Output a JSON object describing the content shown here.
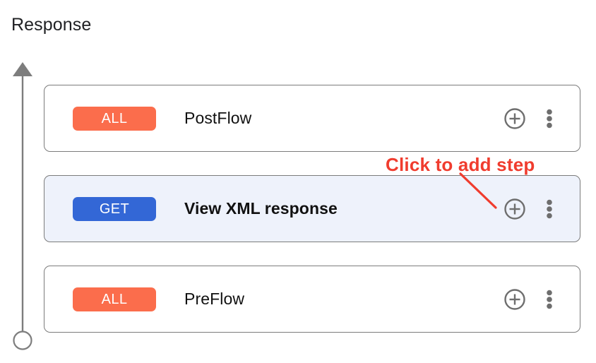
{
  "page": {
    "title": "Response",
    "background_color": "#ffffff"
  },
  "flow_rail": {
    "icon": "up-arrow-with-endpoint-circle",
    "line_color": "#7d7d7d",
    "arrow_direction": "up"
  },
  "steps": [
    {
      "badge_label": "ALL",
      "badge_color": "#fb6d4c",
      "name": "PostFlow",
      "selected": false,
      "add_icon": "plus-circle-icon",
      "menu_icon": "kebab-menu-icon"
    },
    {
      "badge_label": "GET",
      "badge_color": "#3367d6",
      "name": "View XML response",
      "selected": true,
      "add_icon": "plus-circle-icon",
      "menu_icon": "kebab-menu-icon"
    },
    {
      "badge_label": "ALL",
      "badge_color": "#fb6d4c",
      "name": "PreFlow",
      "selected": false,
      "add_icon": "plus-circle-icon",
      "menu_icon": "kebab-menu-icon"
    }
  ],
  "annotation": {
    "text": "Click to add step",
    "color": "#f03c2e",
    "pointer": "line-to-plus-icon"
  }
}
